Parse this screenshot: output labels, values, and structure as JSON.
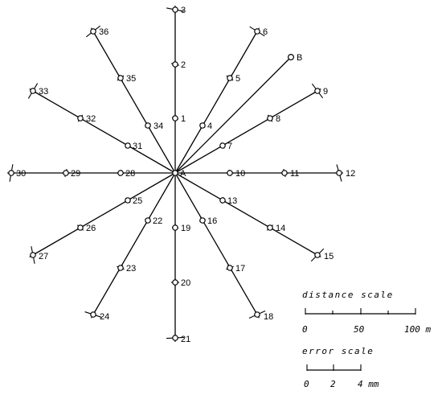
{
  "center_label": "A",
  "reference_label": "B",
  "points": [
    {
      "id": "1"
    },
    {
      "id": "2"
    },
    {
      "id": "3"
    },
    {
      "id": "4"
    },
    {
      "id": "5"
    },
    {
      "id": "6"
    },
    {
      "id": "7"
    },
    {
      "id": "8"
    },
    {
      "id": "9"
    },
    {
      "id": "10"
    },
    {
      "id": "11"
    },
    {
      "id": "12"
    },
    {
      "id": "13"
    },
    {
      "id": "14"
    },
    {
      "id": "15"
    },
    {
      "id": "16"
    },
    {
      "id": "17"
    },
    {
      "id": "18"
    },
    {
      "id": "19"
    },
    {
      "id": "20"
    },
    {
      "id": "21"
    },
    {
      "id": "22"
    },
    {
      "id": "23"
    },
    {
      "id": "24"
    },
    {
      "id": "25"
    },
    {
      "id": "26"
    },
    {
      "id": "27"
    },
    {
      "id": "28"
    },
    {
      "id": "29"
    },
    {
      "id": "30"
    },
    {
      "id": "31"
    },
    {
      "id": "32"
    },
    {
      "id": "33"
    },
    {
      "id": "34"
    },
    {
      "id": "35"
    },
    {
      "id": "36"
    }
  ],
  "distance_scale": {
    "title": "distance scale",
    "ticks": [
      "0",
      "50",
      "100 m"
    ]
  },
  "error_scale": {
    "title": "error scale",
    "ticks": [
      "0",
      "2",
      "4 mm"
    ]
  }
}
